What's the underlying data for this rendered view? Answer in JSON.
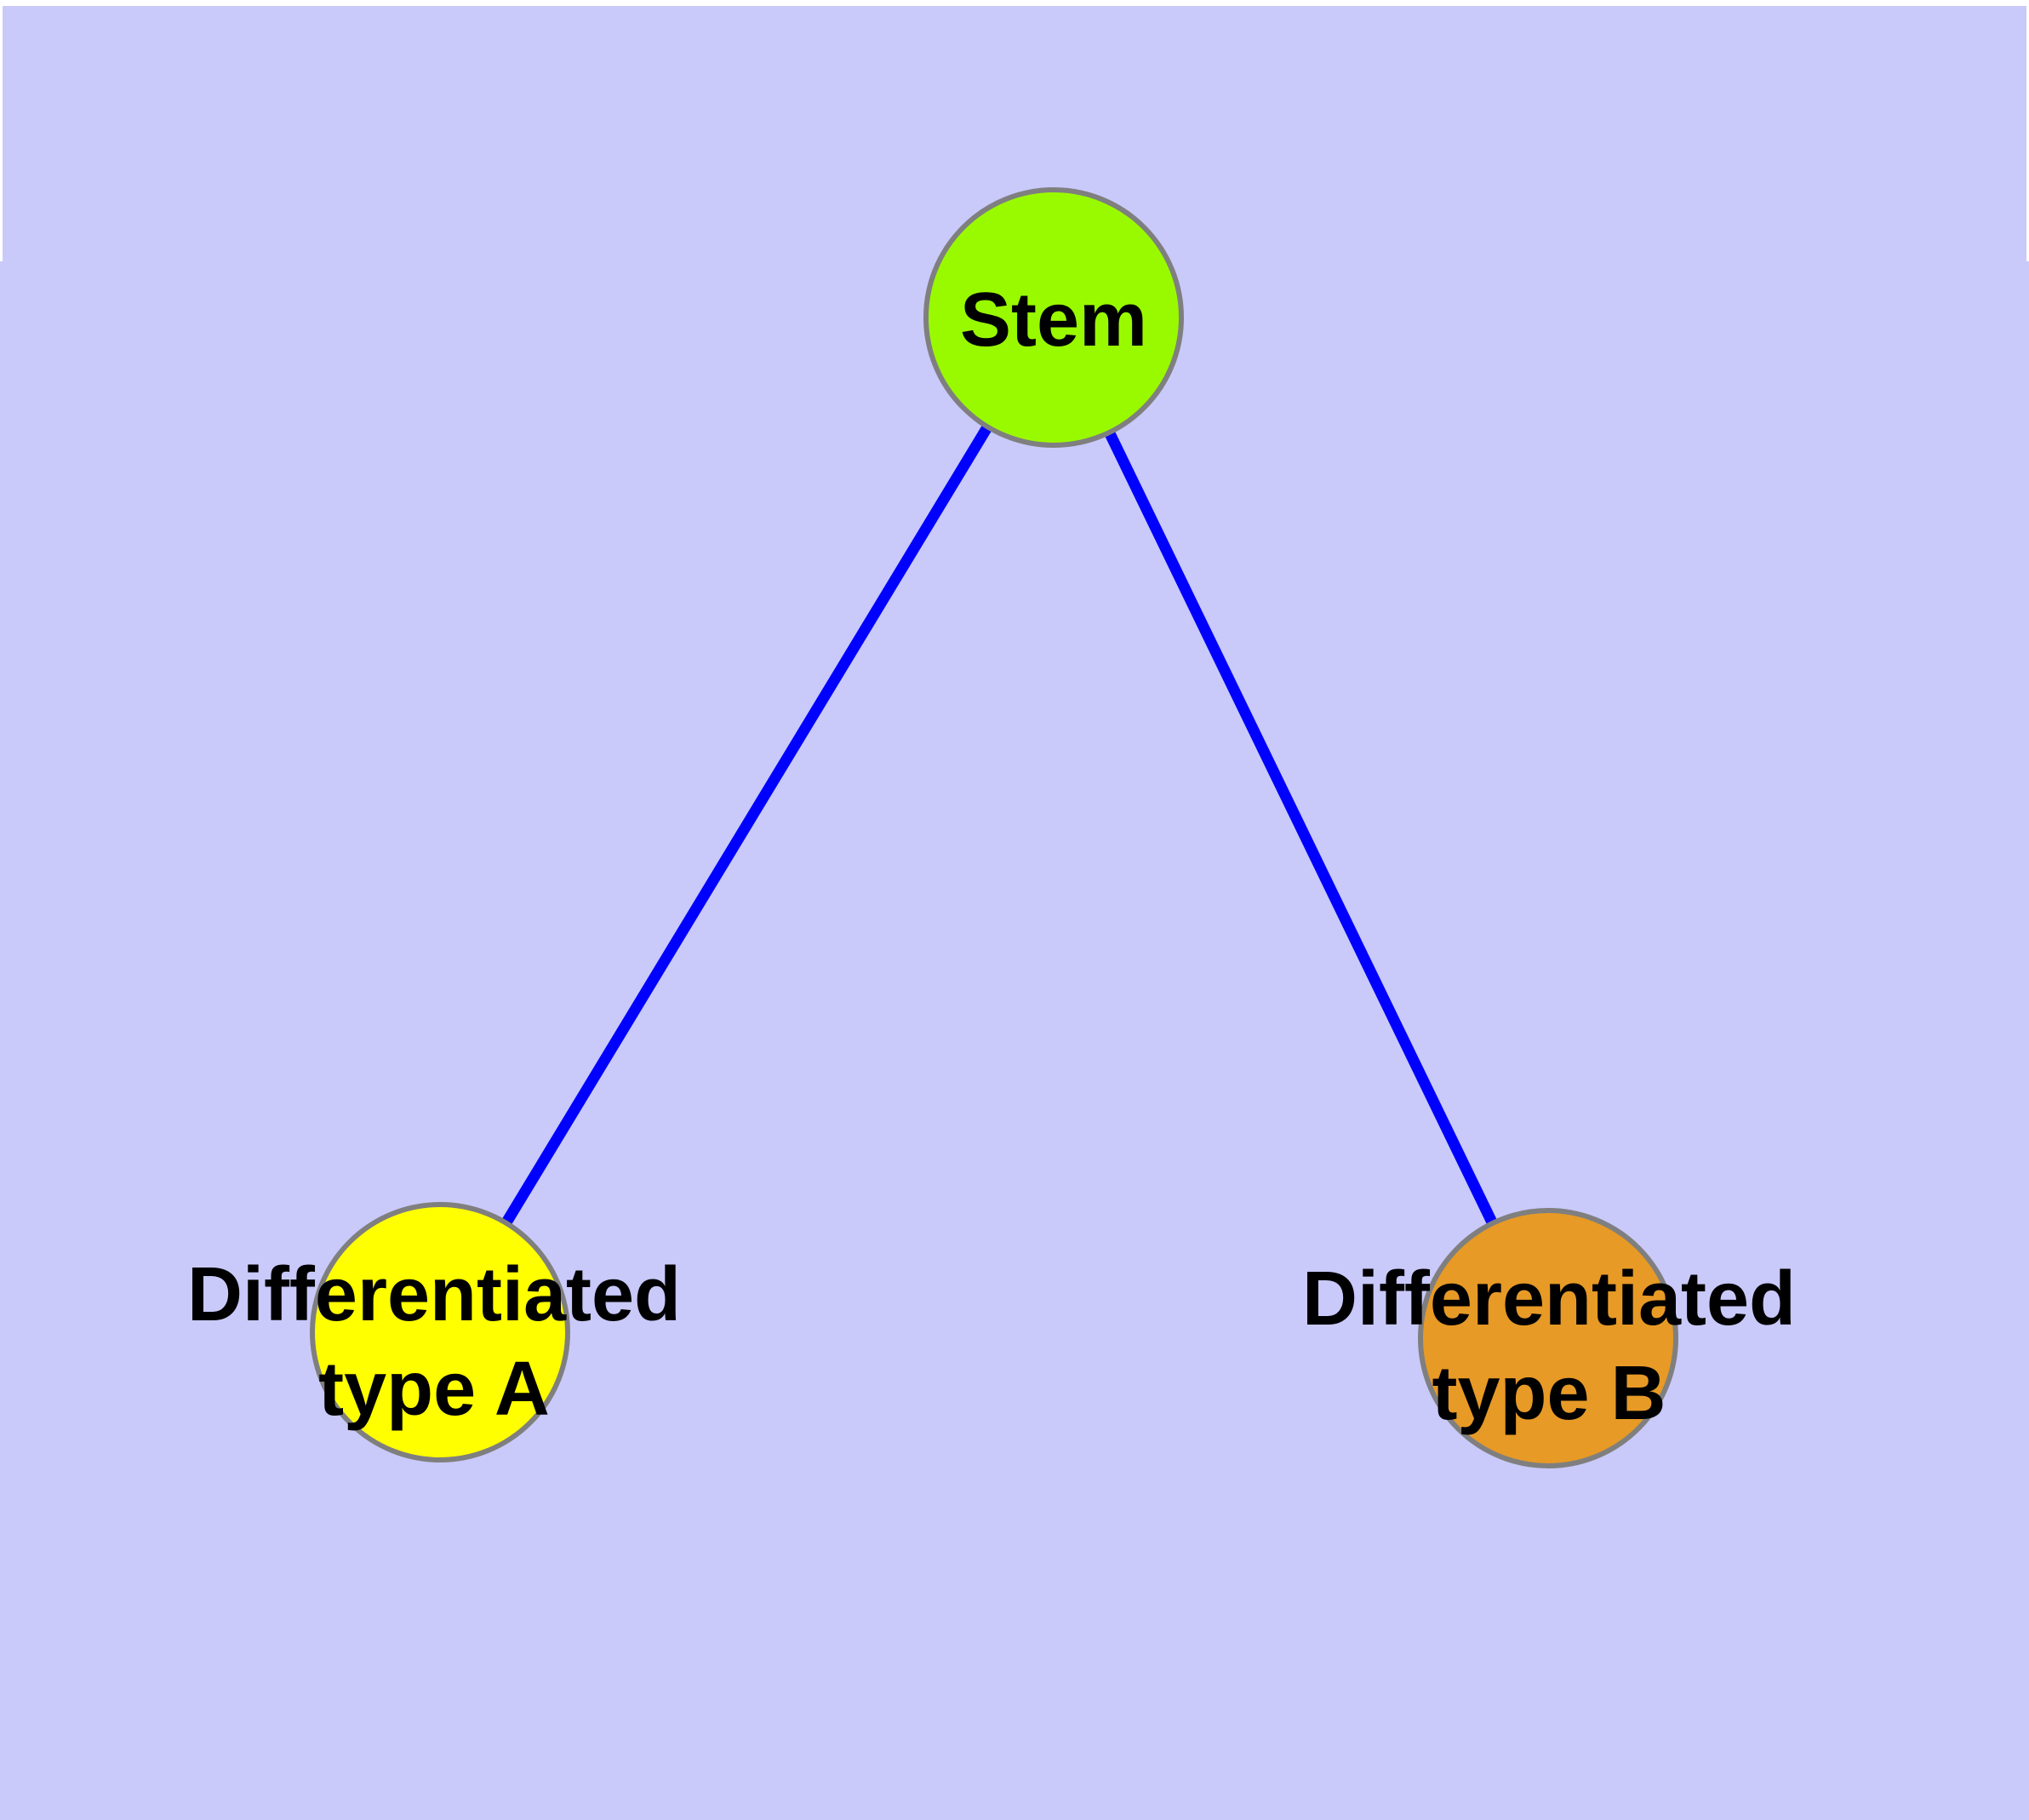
{
  "diagram": {
    "kind": "cell-differentiation-graph",
    "background_color": "#C9C9FA",
    "page_margin_color": "#FFFFFF",
    "edge_color": "#0000FF",
    "node_border_color": "#7F7F7F",
    "label_color": "#000000",
    "nodes": {
      "stem": {
        "label": "Stem",
        "fill": "#99FA00"
      },
      "type_a": {
        "label_line1": "Differentiated",
        "label_line2": "type A",
        "fill": "#FFFF00"
      },
      "type_b": {
        "label_line1": "Differentiated",
        "label_line2": "type B",
        "fill": "#E79A26"
      }
    },
    "edges": [
      {
        "from": "Stem",
        "to": "Differentiated type A"
      },
      {
        "from": "Stem",
        "to": "Differentiated type B"
      }
    ]
  }
}
